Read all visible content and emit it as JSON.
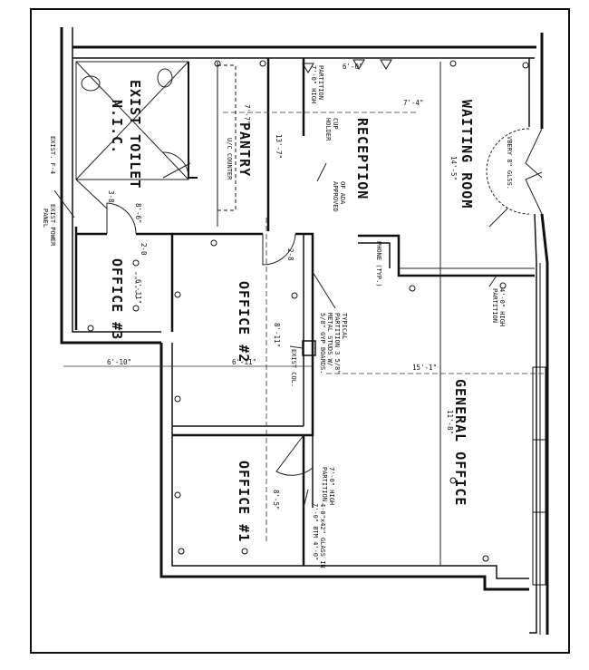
{
  "rooms": {
    "exist_toilet": "EXIST TOILET",
    "nic": "N.I.C.",
    "pantry": "PANTRY",
    "pantry_note": "U/C COUNTER",
    "reception": "RECEPTION",
    "waiting_room": "WAITING ROOM",
    "office_3": "OFFICE #3",
    "office_2": "OFFICE #2",
    "office_1": "OFFICE #1",
    "general_office": "GENERAL OFFICE"
  },
  "notes": {
    "partition_7_high": "7'-0\" HIGH",
    "partition_label": "PARTITION",
    "cup_holder_1": "CUP",
    "cup_holder_2": "HOLDER",
    "ada_1": "OF ADA",
    "ada_2": "APPROVED",
    "vbery_glass": "VBERY 8\" GLSS.",
    "phone": "PHONE (TYP.)",
    "high_partition_4": "4'-0\" HIGH",
    "partition_4": "PARTITION",
    "typical_1": "TYPICAL",
    "typical_2": "PARTITION 3 5/8\"",
    "typical_3": "METAL STUDS W/",
    "typical_4": "5/8\" GYP BOARDS.",
    "exist_col": "EXIST COL.",
    "partition_7b_1": "7'-0\" HIGH",
    "partition_7b_2": "PARTITION",
    "glass_1": "4-0\"x42\" GLASS IN",
    "glass_2": "7'-0\" BTM 4'-0\"",
    "exist_panel_1": "EXIST. F-4",
    "exist_power_1": "EXIST POWER",
    "exist_power_2": "PANEL"
  },
  "dimensions": {
    "d1": "7'-7\"",
    "d2": "6'-0\"",
    "d3": "7'-4\"",
    "d4": "14'-5\"",
    "d5": "6'-11\"",
    "d6": "8'-6\"",
    "d7": "13'-7\"",
    "d8": "8'-11\"",
    "d9": "6'-10\"",
    "d10": "6'-11\"",
    "d11": "15'-1\"",
    "d12": "11'-8\"",
    "d13": "8'-5\"",
    "d14": "2-0",
    "d15": "2-8",
    "d16": "3-8"
  }
}
